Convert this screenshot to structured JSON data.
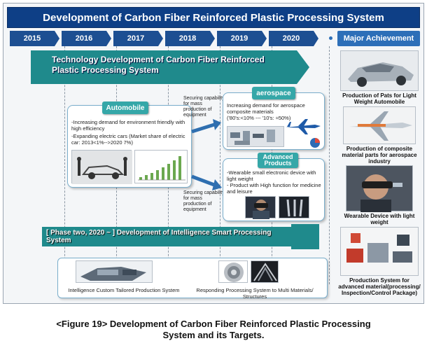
{
  "title": "Development of Carbon Fiber Reinforced Plastic Processing System",
  "years": [
    "2015",
    "2016",
    "2017",
    "2018",
    "2019",
    "2020"
  ],
  "major_achievement": "Major Achievement",
  "technology_banner": "Technology Development of Carbon Fiber Reinforced Plastic Processing System",
  "automobile": {
    "tag": "Automobile",
    "lines": [
      "-Increasing demand for environment friendly with high efficiency",
      "-Expanding electric cars (Market share of electric car: 2013<1%-->2020 7%)"
    ]
  },
  "securing_top": "Securing capability for mass production of equipment",
  "securing_bottom": "Securing capability for mass production of equipment",
  "aerospace": {
    "tag": "aerospace",
    "lines": [
      "Increasing demand for aerospace composite materials",
      "('80's:<10% --- '10's: ≈50%)"
    ]
  },
  "advanced_products": {
    "tag": "Advanced Products",
    "lines": [
      "-Wearable small electronic device with light weight",
      "- Product with High function for medicine and leisure"
    ]
  },
  "phase_two": "[ Phase two, 2020 ~ ] Development of Intelligence Smart Processing System",
  "bottom": {
    "left_caption": "Intelligence Custom Tailored Production System",
    "right_caption": "Responding Processing System to Multi Materials/ Structures"
  },
  "achievements": [
    "Production of Pats for Light Weight Automobile",
    "Production of composite material parts for aerospace industry",
    "Wearable Device with light weight",
    "Production System for advanced material(processing/ Inspection/Control Package)"
  ],
  "figure_caption": "<Figure 19> Development of Carbon Fiber Reinforced Plastic Processing System and its Targets.",
  "colors": {
    "navy": "#0e3f86",
    "year_blue": "#1d4f92",
    "teal": "#1f8a8c",
    "tag_teal": "#35a7a8",
    "achievement_blue": "#2d6fb8"
  }
}
